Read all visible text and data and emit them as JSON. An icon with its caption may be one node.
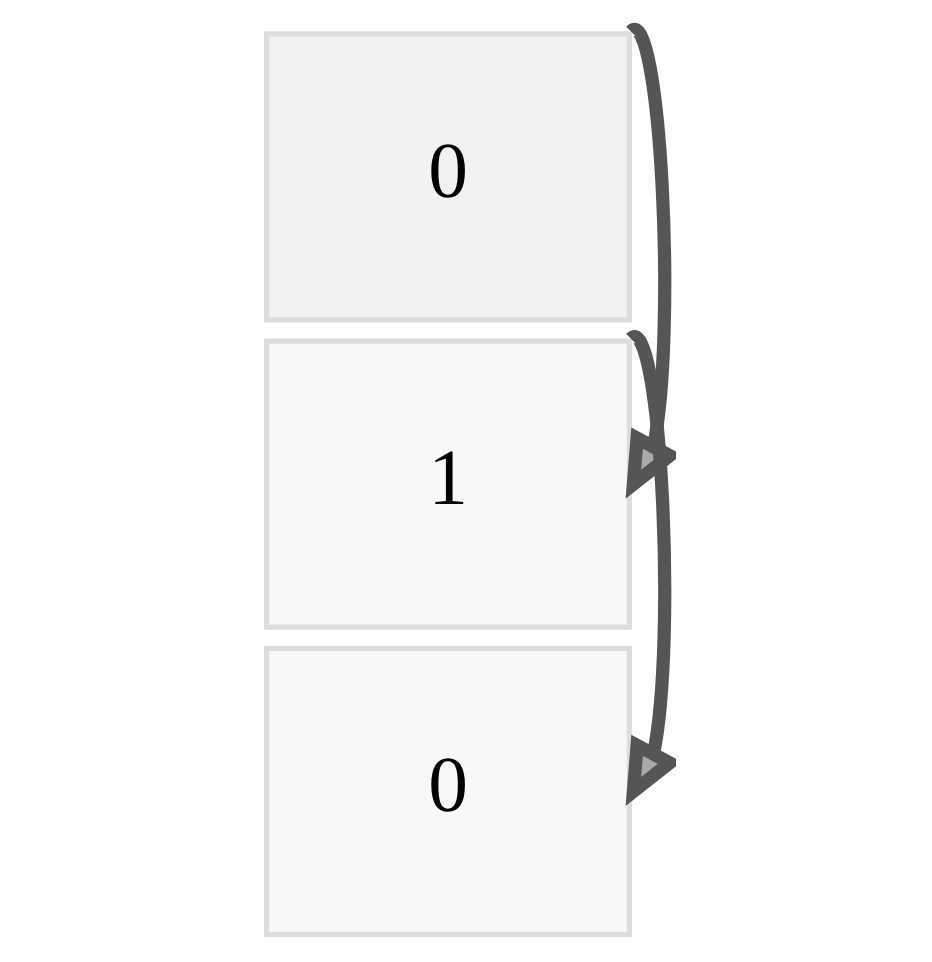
{
  "diagram": {
    "nodes": [
      {
        "text": [
          "0"
        ]
      },
      {
        "text": [
          "1"
        ]
      },
      {
        "text": [
          "0"
        ]
      }
    ],
    "edges": [
      {
        "from": 0,
        "to": 1,
        "arrow": "to"
      },
      {
        "from": 1,
        "to": 2,
        "arrow": "to"
      }
    ]
  }
}
